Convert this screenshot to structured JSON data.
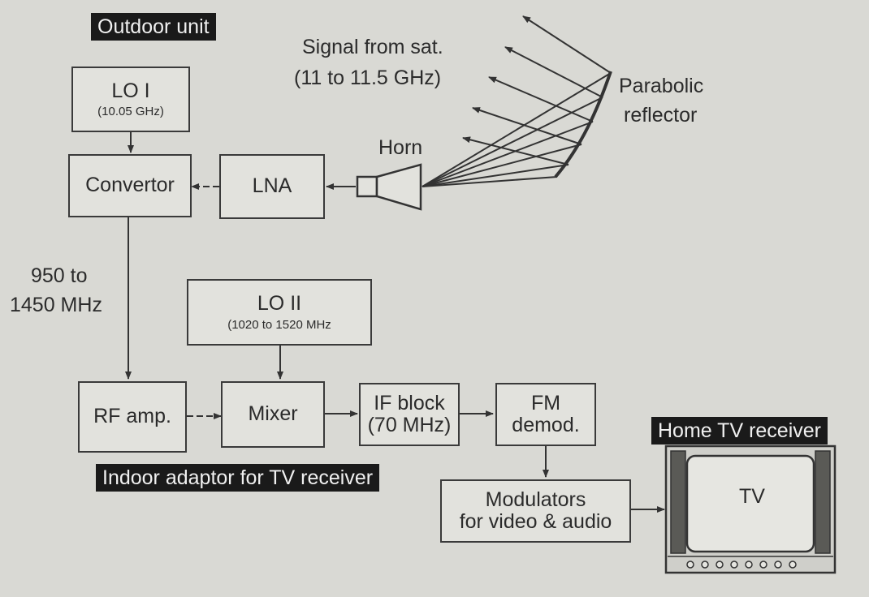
{
  "tags": {
    "outdoor_unit": "Outdoor unit",
    "indoor_adaptor": "Indoor adaptor for TV receiver",
    "home_tv": "Home TV receiver"
  },
  "labels": {
    "signal": "Signal from sat.",
    "signal_range": "(11 to 11.5 GHz)",
    "parabolic": "Parabolic",
    "reflector": "reflector",
    "horn": "Horn",
    "if_range_1": "950 to",
    "if_range_2": "1450 MHz"
  },
  "blocks": {
    "lo1": {
      "title": "LO I",
      "sub": "(10.05 GHz)"
    },
    "convertor": "Convertor",
    "lna": "LNA",
    "lo2": {
      "title": "LO II",
      "sub": "(1020 to 1520 MHz"
    },
    "rf_amp": "RF amp.",
    "mixer": "Mixer",
    "if_block": {
      "line1": "IF block",
      "line2": "(70 MHz)"
    },
    "fm_demod": {
      "line1": "FM",
      "line2": "demod."
    },
    "modulators": {
      "line1": "Modulators",
      "line2": "for video & audio"
    },
    "tv": "TV"
  }
}
